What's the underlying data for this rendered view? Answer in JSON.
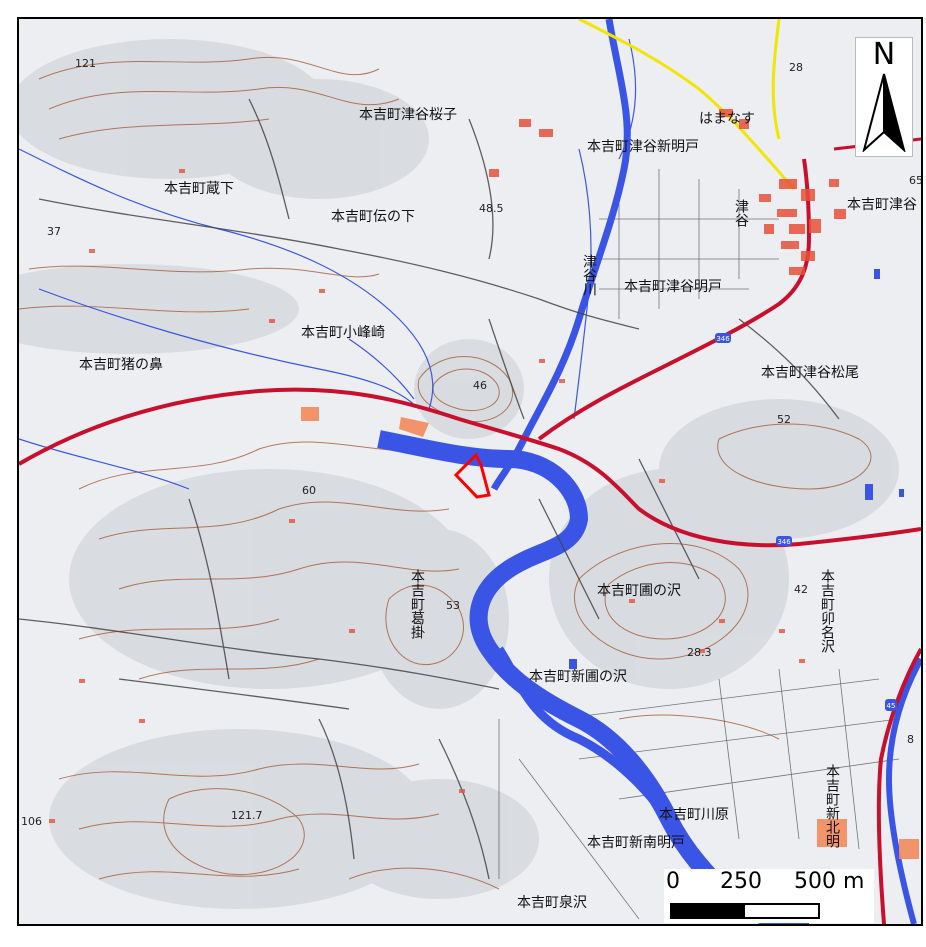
{
  "map": {
    "places": [
      {
        "id": "tsuyasakurako",
        "text": "本吉町津谷桜子"
      },
      {
        "id": "shinmeito",
        "text": "本吉町津谷新明戸"
      },
      {
        "id": "hamanasu",
        "text": "はまなす"
      },
      {
        "id": "motoyoshi-ne",
        "text": "本吉"
      },
      {
        "id": "sennoshita",
        "text": "本吉町蔵下"
      },
      {
        "id": "tennoshita",
        "text": "本吉町伝の下"
      },
      {
        "id": "tsuya-town",
        "text": "津谷"
      },
      {
        "id": "tsuya-ne",
        "text": "本吉町津谷"
      },
      {
        "id": "tsuyagawa",
        "text": "津谷川"
      },
      {
        "id": "tsuyaakedo",
        "text": "本吉町津谷明戸"
      },
      {
        "id": "komine",
        "text": "本吉町小峰崎"
      },
      {
        "id": "inonohara",
        "text": "本吉町猪の鼻"
      },
      {
        "id": "matsuo",
        "text": "本吉町津谷松尾"
      },
      {
        "id": "sonosawa",
        "text": "本吉町圃の沢"
      },
      {
        "id": "unahisawa",
        "text": "本吉町卯名沢"
      },
      {
        "id": "kuzukake",
        "text": "本吉町葛掛"
      },
      {
        "id": "shinzonosawa",
        "text": "本吉町新圃の沢"
      },
      {
        "id": "kawara",
        "text": "本吉町川原"
      },
      {
        "id": "shinkita",
        "text": "本吉町新北明"
      },
      {
        "id": "shinminami",
        "text": "本吉町新南明戸"
      },
      {
        "id": "izumisawa",
        "text": "本吉町泉沢"
      }
    ],
    "elevations": [
      "121",
      "37",
      "48.5",
      "46",
      "52",
      "60",
      "53",
      "42",
      "28.3",
      "121.7",
      "106",
      "65",
      "28",
      "8"
    ],
    "routes": [
      "346",
      "346",
      "45"
    ]
  },
  "north_arrow": {
    "letter": "N"
  },
  "scale": {
    "zero": "0",
    "mid": "250",
    "end": "500 m"
  },
  "colors": {
    "river": "#3a55e6",
    "road_main": "#c8102e",
    "road_pref": "#f2e600",
    "contour": "#a0522d",
    "building": "#e8503a",
    "site": "#ff0000"
  }
}
